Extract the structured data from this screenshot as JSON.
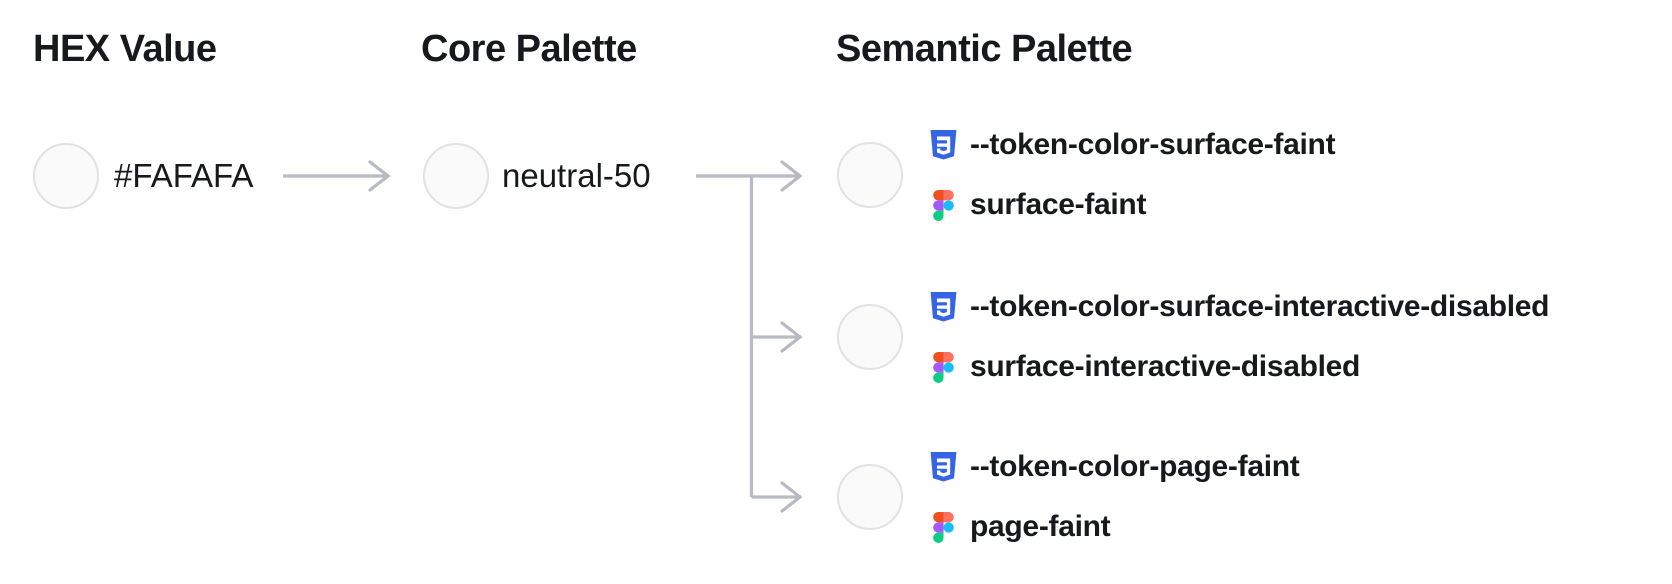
{
  "diagram": {
    "hex": {
      "header": "HEX Value",
      "value": "#FAFAFA",
      "swatch_color": "#FAFAFA"
    },
    "core": {
      "header": "Core Palette",
      "value": "neutral-50",
      "swatch_color": "#FAFAFA"
    },
    "semantic": {
      "header": "Semantic Palette",
      "tokens": [
        {
          "css": "--token-color-surface-faint",
          "figma": "surface-faint",
          "swatch_color": "#FAFAFA"
        },
        {
          "css": "--token-color-surface-interactive-disabled",
          "figma": "surface-interactive-disabled",
          "swatch_color": "#FAFAFA"
        },
        {
          "css": "--token-color-page-faint",
          "figma": "page-faint",
          "swatch_color": "#FAFAFA"
        }
      ]
    }
  },
  "icons": {
    "css_icon": "css3-shield-icon",
    "figma_icon": "figma-icon"
  },
  "colors": {
    "background": "#FFFFFF",
    "text": "#17191C",
    "swatch_fill": "#FAFAFA",
    "swatch_border": "#E1E1E6",
    "arrow": "#B7BAC2",
    "css_icon_blue": "#3665E4",
    "figma_orange": "#F24E1E",
    "figma_salmon": "#FF7262",
    "figma_purple": "#A259FF",
    "figma_blue": "#1ABCFE",
    "figma_green": "#0ACF83"
  }
}
